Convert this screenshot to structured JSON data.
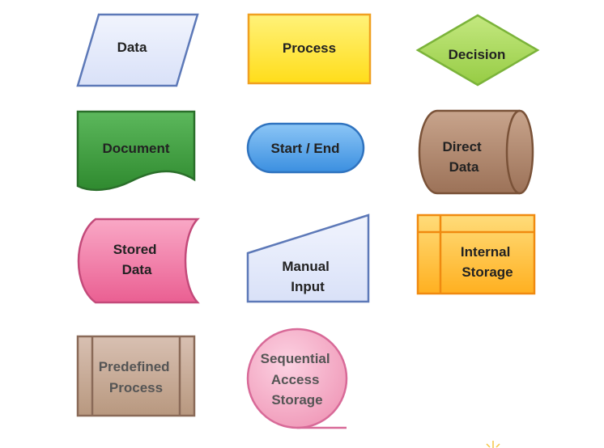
{
  "shapes": {
    "data": {
      "lines": [
        "Data"
      ]
    },
    "process": {
      "lines": [
        "Process"
      ]
    },
    "decision": {
      "lines": [
        "Decision"
      ]
    },
    "document": {
      "lines": [
        "Document"
      ]
    },
    "start_end": {
      "lines": [
        "Start / End"
      ]
    },
    "direct_data": {
      "lines": [
        "Direct",
        "Data"
      ]
    },
    "stored_data": {
      "lines": [
        "Stored",
        "Data"
      ]
    },
    "manual_input": {
      "lines": [
        "Manual",
        "Input"
      ]
    },
    "internal_storage": {
      "lines": [
        "Internal",
        "Storage"
      ]
    },
    "predefined_process": {
      "lines": [
        "Predefined",
        "Process"
      ]
    },
    "sequential_access_storage": {
      "lines": [
        "Sequential",
        "Access",
        "Storage"
      ]
    }
  },
  "colors": {
    "data": {
      "fill": "#e3e9fb",
      "stroke": "#5d79b8"
    },
    "process": {
      "fill": "#ffe633",
      "stroke": "#f0a020"
    },
    "decision": {
      "fill": "#a8d85a",
      "stroke": "#7bb33a"
    },
    "document": {
      "fill": "#3f9a3f",
      "stroke": "#2a6f2a"
    },
    "start_end": {
      "fill": "#5aa7ea",
      "stroke": "#2f73bf"
    },
    "direct_data": {
      "fill": "#b08a72",
      "stroke": "#7a5238"
    },
    "stored_data": {
      "fill": "#f07ea8",
      "stroke": "#c34a7a"
    },
    "manual_input": {
      "fill": "#e3e9fb",
      "stroke": "#5d79b8"
    },
    "internal_storage": {
      "fill": "#ffc847",
      "stroke": "#f08a10"
    },
    "predefined_process": {
      "fill": "#c8ab9a",
      "stroke": "#8a6a58"
    },
    "sequential_access_storage": {
      "fill": "#f7b3cc",
      "stroke": "#d86a98"
    },
    "label_dark": "#222222",
    "label_light": "#555555"
  }
}
